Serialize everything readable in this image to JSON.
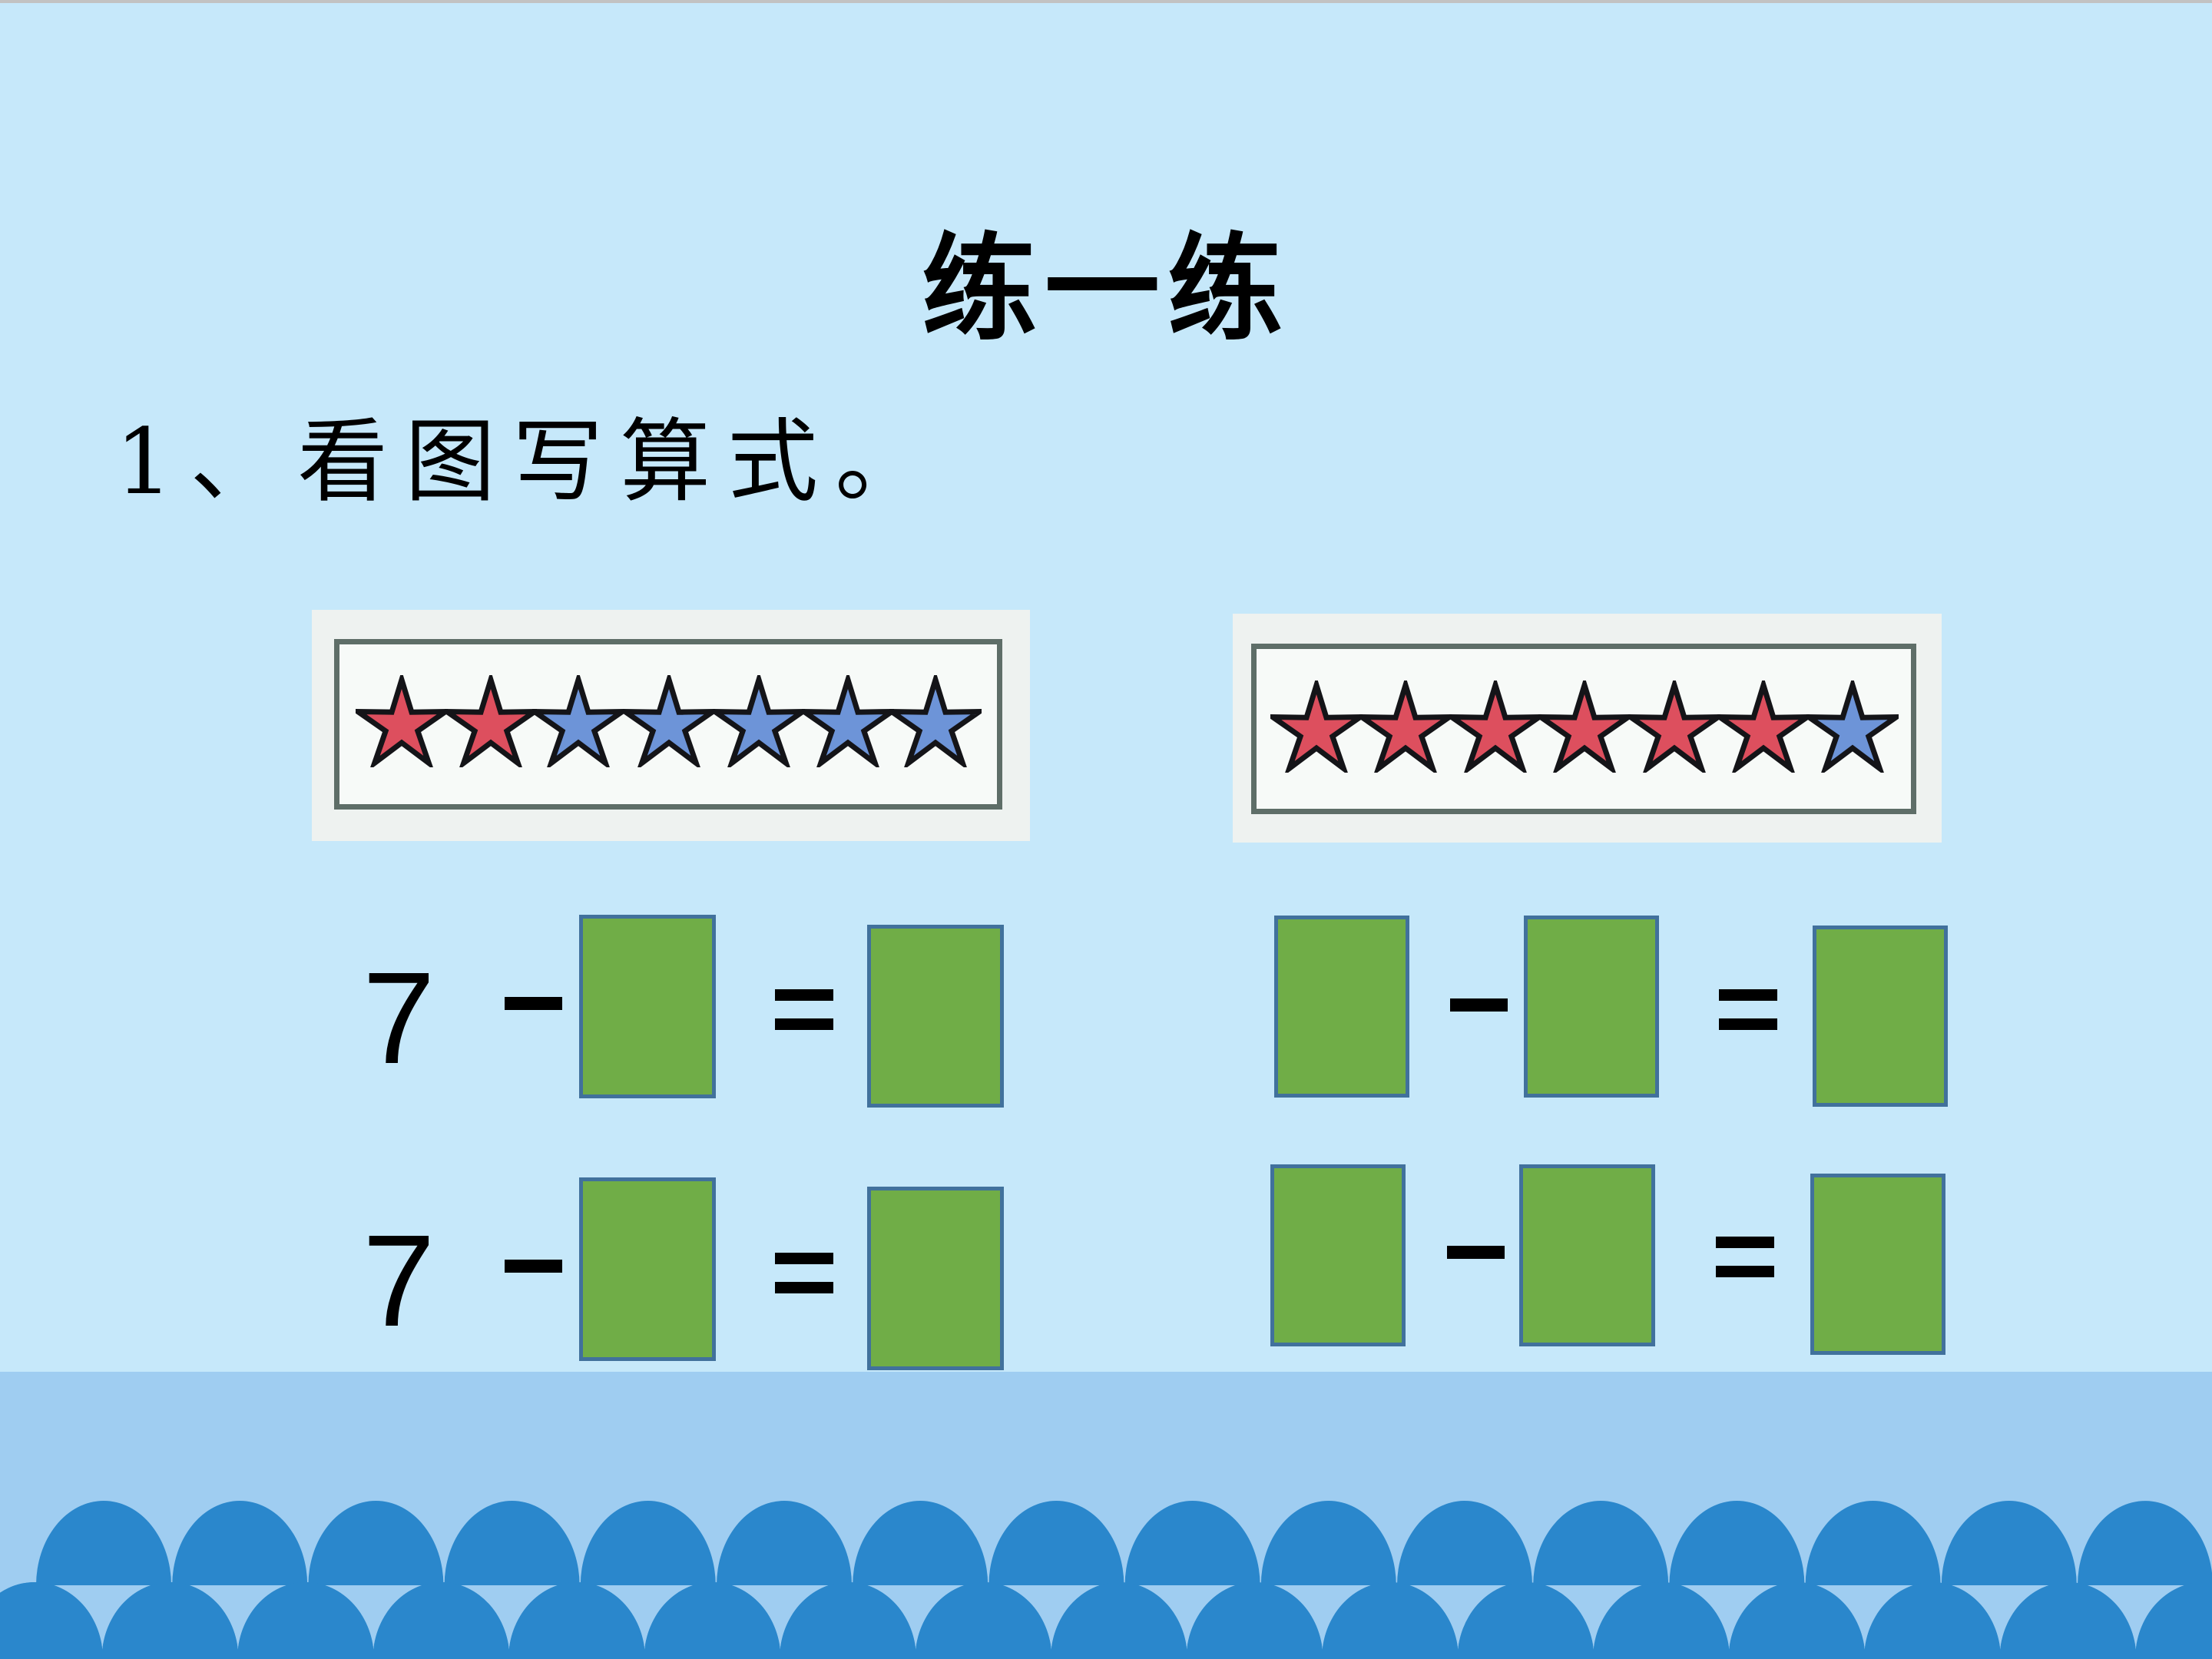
{
  "slide": {
    "title": "练一练",
    "question": "1、看图写算式。",
    "colors": {
      "background": "#C6E8FA",
      "band": "#9FCDF1",
      "wave": "#2A87CC",
      "answer_box_fill": "#70AD47",
      "answer_box_border": "#41719C",
      "star_red": "#DD4F5E",
      "star_blue": "#6D94D8"
    }
  },
  "pictures": [
    {
      "name": "left-star-strip",
      "stars": [
        "red",
        "red",
        "blue",
        "blue",
        "blue",
        "blue",
        "blue"
      ]
    },
    {
      "name": "right-star-strip",
      "stars": [
        "red",
        "red",
        "red",
        "red",
        "red",
        "red",
        "blue"
      ]
    }
  ],
  "equations": {
    "left": [
      {
        "first": "7",
        "op": "−",
        "eq": "=",
        "blanks": 2
      },
      {
        "first": "7",
        "op": "−",
        "eq": "=",
        "blanks": 2
      }
    ],
    "right": [
      {
        "op": "−",
        "eq": "=",
        "blanks": 3
      },
      {
        "op": "−",
        "eq": "=",
        "blanks": 3
      }
    ]
  }
}
